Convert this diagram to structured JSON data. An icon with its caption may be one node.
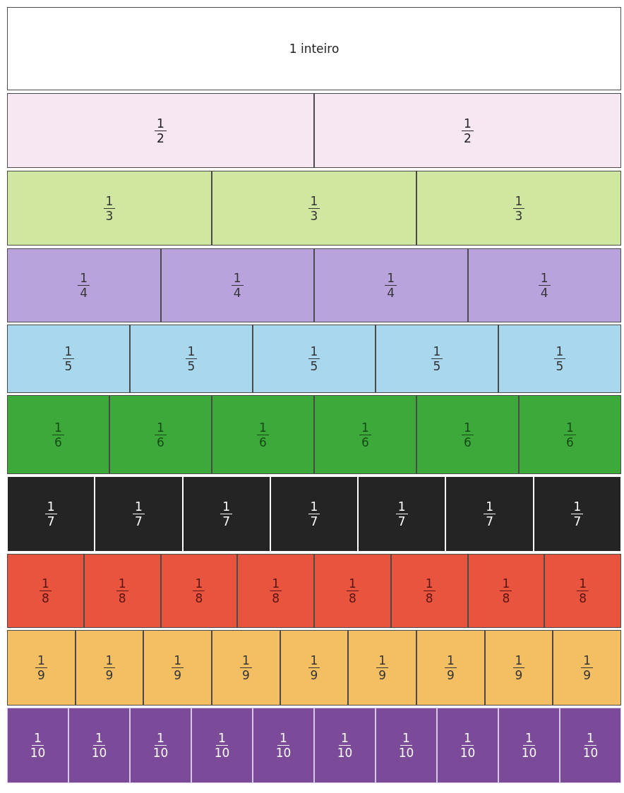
{
  "diagram": {
    "nodes": [
      {
        "text": [
          "1 inteiro"
        ]
      },
      {
        "text": [
          "1",
          "2"
        ]
      },
      {
        "text": [
          "1",
          "2"
        ]
      },
      {
        "text": [
          "1",
          "3"
        ]
      },
      {
        "text": [
          "1",
          "3"
        ]
      },
      {
        "text": [
          "1",
          "3"
        ]
      },
      {
        "text": [
          "1",
          "4"
        ]
      },
      {
        "text": [
          "1",
          "4"
        ]
      },
      {
        "text": [
          "1",
          "4"
        ]
      },
      {
        "text": [
          "1",
          "4"
        ]
      },
      {
        "text": [
          "1",
          "5"
        ]
      },
      {
        "text": [
          "1",
          "5"
        ]
      },
      {
        "text": [
          "1",
          "5"
        ]
      },
      {
        "text": [
          "1",
          "5"
        ]
      },
      {
        "text": [
          "1",
          "5"
        ]
      },
      {
        "text": [
          "1",
          "6"
        ]
      },
      {
        "text": [
          "1",
          "6"
        ]
      },
      {
        "text": [
          "1",
          "6"
        ]
      },
      {
        "text": [
          "1",
          "6"
        ]
      },
      {
        "text": [
          "1",
          "6"
        ]
      },
      {
        "text": [
          "1",
          "6"
        ]
      },
      {
        "text": [
          "1",
          "7"
        ]
      },
      {
        "text": [
          "1",
          "7"
        ]
      },
      {
        "text": [
          "1",
          "7"
        ]
      },
      {
        "text": [
          "1",
          "7"
        ]
      },
      {
        "text": [
          "1",
          "7"
        ]
      },
      {
        "text": [
          "1",
          "7"
        ]
      },
      {
        "text": [
          "1",
          "7"
        ]
      },
      {
        "text": [
          "1",
          "8"
        ]
      },
      {
        "text": [
          "1",
          "8"
        ]
      },
      {
        "text": [
          "1",
          "8"
        ]
      },
      {
        "text": [
          "1",
          "8"
        ]
      },
      {
        "text": [
          "1",
          "8"
        ]
      },
      {
        "text": [
          "1",
          "8"
        ]
      },
      {
        "text": [
          "1",
          "8"
        ]
      },
      {
        "text": [
          "1",
          "8"
        ]
      },
      {
        "text": [
          "1",
          "9"
        ]
      },
      {
        "text": [
          "1",
          "9"
        ]
      },
      {
        "text": [
          "1",
          "9"
        ]
      },
      {
        "text": [
          "1",
          "9"
        ]
      },
      {
        "text": [
          "1",
          "9"
        ]
      },
      {
        "text": [
          "1",
          "9"
        ]
      },
      {
        "text": [
          "1",
          "9"
        ]
      },
      {
        "text": [
          "1",
          "9"
        ]
      },
      {
        "text": [
          "1",
          "9"
        ]
      },
      {
        "text": [
          "1",
          "10"
        ]
      },
      {
        "text": [
          "1",
          "10"
        ]
      },
      {
        "text": [
          "1",
          "10"
        ]
      },
      {
        "text": [
          "1",
          "10"
        ]
      },
      {
        "text": [
          "1",
          "10"
        ]
      },
      {
        "text": [
          "1",
          "10"
        ]
      },
      {
        "text": [
          "1",
          "10"
        ]
      },
      {
        "text": [
          "1",
          "10"
        ]
      },
      {
        "text": [
          "1",
          "10"
        ]
      },
      {
        "text": [
          "1",
          "10"
        ]
      }
    ]
  }
}
